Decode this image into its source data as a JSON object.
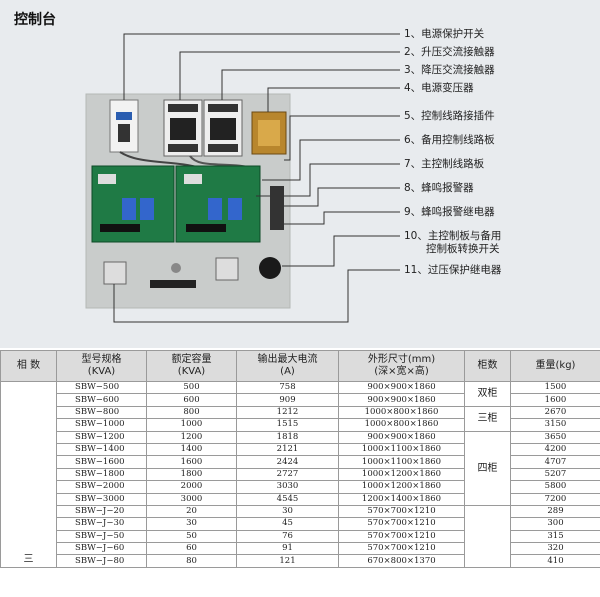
{
  "page": {
    "title": "控制台"
  },
  "callouts": [
    "1、电源保护开关",
    "2、升压交流接触器",
    "3、降压交流接触器",
    "4、电源变压器",
    "5、控制线路接插件",
    "6、备用控制线路板",
    "7、主控制线路板",
    "8、蜂鸣报警器",
    "9、蜂鸣报警继电器",
    "10、主控制板与备用",
    "控制板转换开关",
    "11、过压保护继电器"
  ],
  "table": {
    "headers": {
      "phase": "相 数",
      "model_l1": "型号规格",
      "model_l2": "(KVA)",
      "capacity_l1": "额定容量",
      "capacity_l2": "(KVA)",
      "current_l1": "输出最大电流",
      "current_l2": "(A)",
      "size_l1": "外形尺寸(mm)",
      "size_l2": "(深×宽×高)",
      "cabinet": "柜数",
      "weight": "重量(kg)"
    },
    "phase_label": "三",
    "cabinet_groups": [
      "双柜",
      "三柜",
      "四柜"
    ],
    "rows": [
      {
        "model": "SBW−500",
        "capacity": "500",
        "current": "758",
        "size": "900×900×1860",
        "weight": "1500"
      },
      {
        "model": "SBW−600",
        "capacity": "600",
        "current": "909",
        "size": "900×900×1860",
        "weight": "1600"
      },
      {
        "model": "SBW−800",
        "capacity": "800",
        "current": "1212",
        "size": "1000×800×1860",
        "weight": "2670"
      },
      {
        "model": "SBW−1000",
        "capacity": "1000",
        "current": "1515",
        "size": "1000×800×1860",
        "weight": "3150"
      },
      {
        "model": "SBW−1200",
        "capacity": "1200",
        "current": "1818",
        "size": "900×900×1860",
        "weight": "3650"
      },
      {
        "model": "SBW−1400",
        "capacity": "1400",
        "current": "2121",
        "size": "1000×1100×1860",
        "weight": "4200"
      },
      {
        "model": "SBW−1600",
        "capacity": "1600",
        "current": "2424",
        "size": "1000×1100×1860",
        "weight": "4707"
      },
      {
        "model": "SBW−1800",
        "capacity": "1800",
        "current": "2727",
        "size": "1000×1200×1860",
        "weight": "5207"
      },
      {
        "model": "SBW−2000",
        "capacity": "2000",
        "current": "3030",
        "size": "1000×1200×1860",
        "weight": "5800"
      },
      {
        "model": "SBW−3000",
        "capacity": "3000",
        "current": "4545",
        "size": "1200×1400×1860",
        "weight": "7200"
      },
      {
        "model": "SBW−J−20",
        "capacity": "20",
        "current": "30",
        "size": "570×700×1210",
        "weight": "289"
      },
      {
        "model": "SBW−J−30",
        "capacity": "30",
        "current": "45",
        "size": "570×700×1210",
        "weight": "300"
      },
      {
        "model": "SBW−J−50",
        "capacity": "50",
        "current": "76",
        "size": "570×700×1210",
        "weight": "315"
      },
      {
        "model": "SBW−J−60",
        "capacity": "60",
        "current": "91",
        "size": "570×700×1210",
        "weight": "320"
      },
      {
        "model": "SBW−J−80",
        "capacity": "80",
        "current": "121",
        "size": "670×800×1370",
        "weight": "410"
      }
    ]
  }
}
